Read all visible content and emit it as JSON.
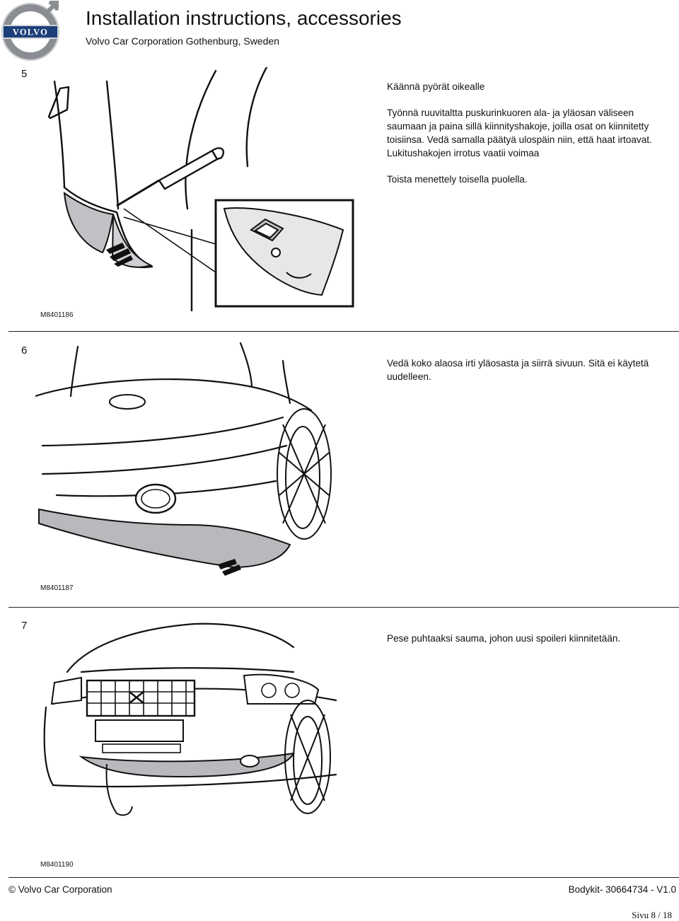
{
  "header": {
    "title": "Installation instructions, accessories",
    "subtitle": "Volvo Car Corporation Gothenburg, Sweden",
    "logo_text": "VOLVO"
  },
  "steps": [
    {
      "number": "5",
      "paragraphs": [
        "Käännä pyörät oikealle",
        "Työnnä ruuvitaltta puskurinkuoren ala- ja yläosan väliseen saumaan ja paina sillä kiinnityshakoje, joilla osat on kiinnitetty toisiinsa. Vedä samalla päätyä ulospäin niin, että haat irtoavat. Lukitushakojen irrotus vaatii voimaa",
        "Toista menettely toisella puolella."
      ],
      "figure_code": "M8401186"
    },
    {
      "number": "6",
      "paragraphs": [
        "Vedä koko alaosa irti yläosasta ja siirrä sivuun. Sitä ei käytetä uudelleen."
      ],
      "figure_code": "M8401187"
    },
    {
      "number": "7",
      "paragraphs": [
        "Pese puhtaaksi sauma, johon uusi spoileri kiinnitetään."
      ],
      "figure_code": "M8401190"
    }
  ],
  "footer": {
    "copyright": "© Volvo Car Corporation",
    "doc_id": "Bodykit- 30664734 - V1.0",
    "page": "Sivu 8 / 18"
  }
}
